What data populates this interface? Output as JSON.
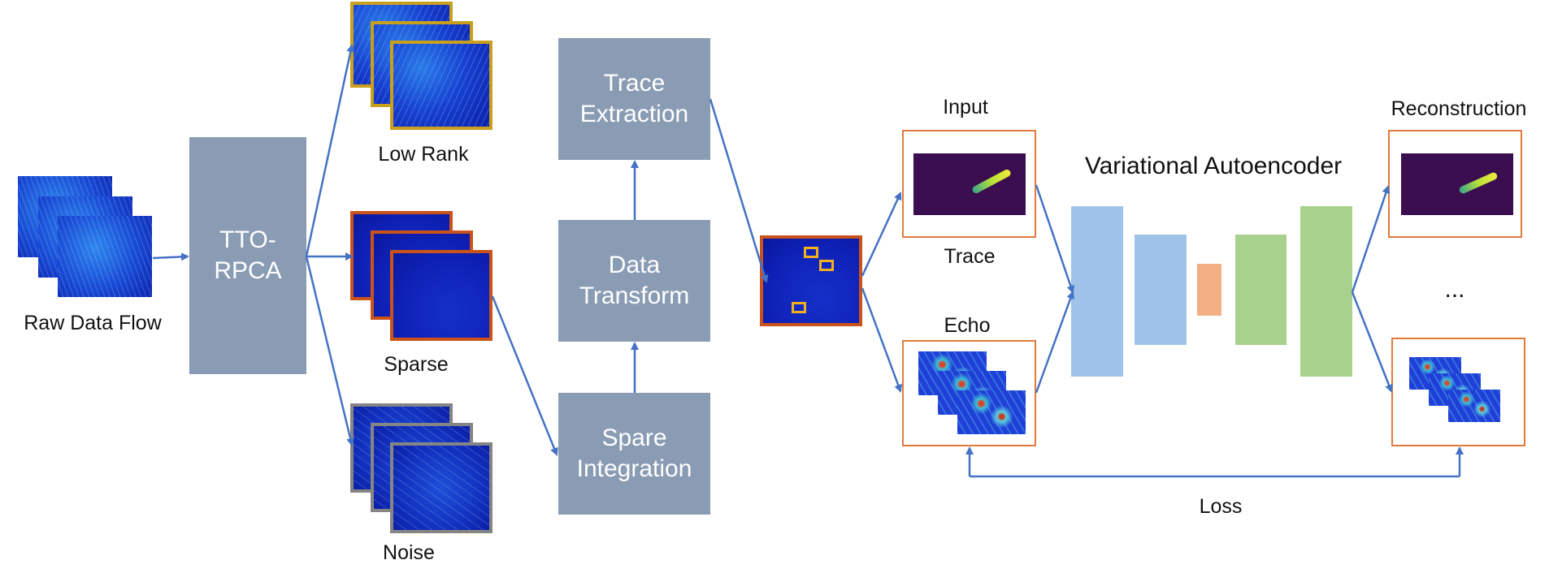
{
  "labels": {
    "raw_data_flow": "Raw Data Flow",
    "low_rank": "Low Rank",
    "sparse": "Sparse",
    "noise": "Noise",
    "input": "Input",
    "trace": "Trace",
    "echo": "Echo",
    "reconstruction": "Reconstruction",
    "vae_title": "Variational Autoencoder",
    "ellipsis": "...",
    "loss": "Loss"
  },
  "blocks": {
    "tto_rpca": "TTO-\nRPCA",
    "trace_extraction": "Trace\nExtraction",
    "data_transform": "Data\nTransform",
    "spare_integration": "Spare\nIntegration"
  },
  "colors": {
    "block_fill": "#8a9bb4",
    "arrow": "#4472c4",
    "low_rank_border": "#c9a01e",
    "sparse_border": "#c9531b",
    "noise_border": "#858585",
    "orange_frame": "#e07b3a",
    "highlight_box": "#f2b01e",
    "encoder_layer": "#9fc3e8",
    "latent_layer": "#f2b084",
    "decoder_layer": "#a8d18d",
    "trace_bg": "#3b0f4f"
  }
}
